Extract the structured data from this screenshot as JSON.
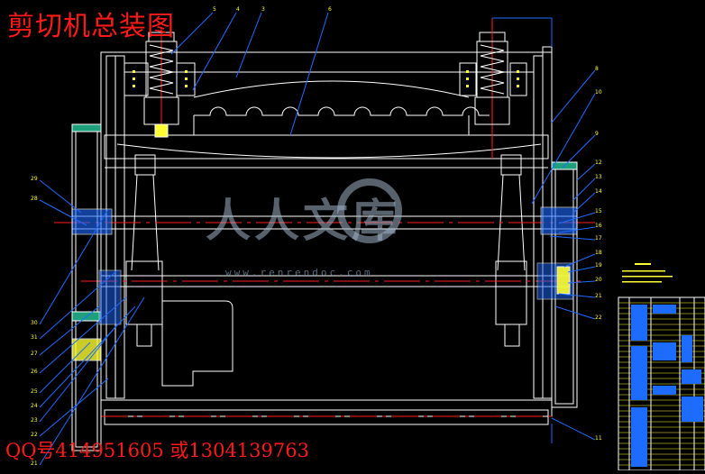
{
  "drawing": {
    "title": "剪切机总装图",
    "contact": "QQ号414951605  或1304139763"
  },
  "watermark": {
    "text": "人人文库",
    "url": "www.renrendoc.com",
    "logo_icon": "renrendoc-logo-icon"
  },
  "colors": {
    "background": "#000000",
    "line_white": "#ffffff",
    "line_blue": "#1e6bff",
    "line_yellow": "#ffff33",
    "line_red": "#ff2020",
    "title_red": "#ff1a1a"
  }
}
